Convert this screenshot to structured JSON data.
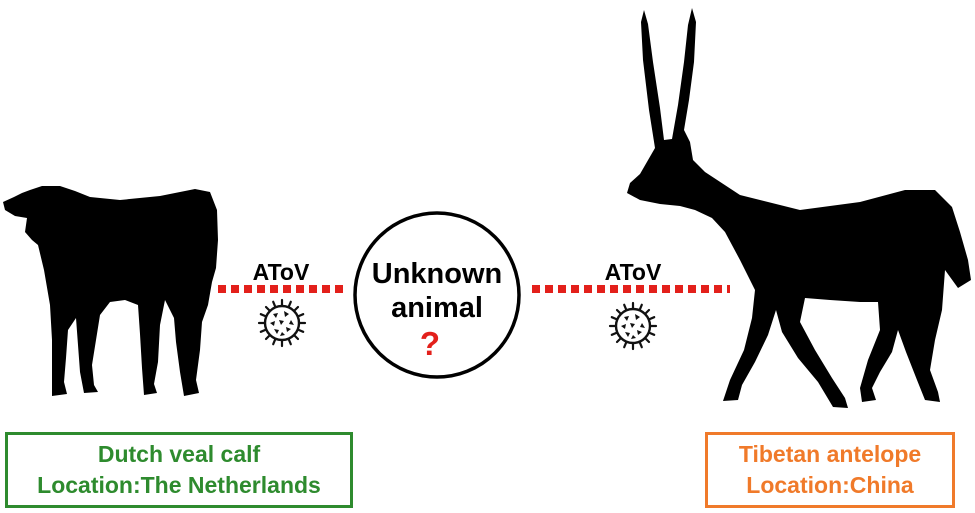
{
  "links": {
    "left_label": "AToV",
    "right_label": "AToV",
    "link_color": "#e3201b"
  },
  "unknown": {
    "line1": "Unknown",
    "line2": "animal",
    "question_mark": "?",
    "question_color": "#e3201b"
  },
  "calf": {
    "icon": "calf-silhouette-icon",
    "name": "Dutch veal calf",
    "location": "Location:The Netherlands",
    "color": "#2e8b2e"
  },
  "antelope": {
    "icon": "tibetan-antelope-silhouette-icon",
    "name": "Tibetan antelope",
    "location": "Location:China",
    "color": "#f07a2a"
  },
  "virus_icon": "virus-particle-icon"
}
